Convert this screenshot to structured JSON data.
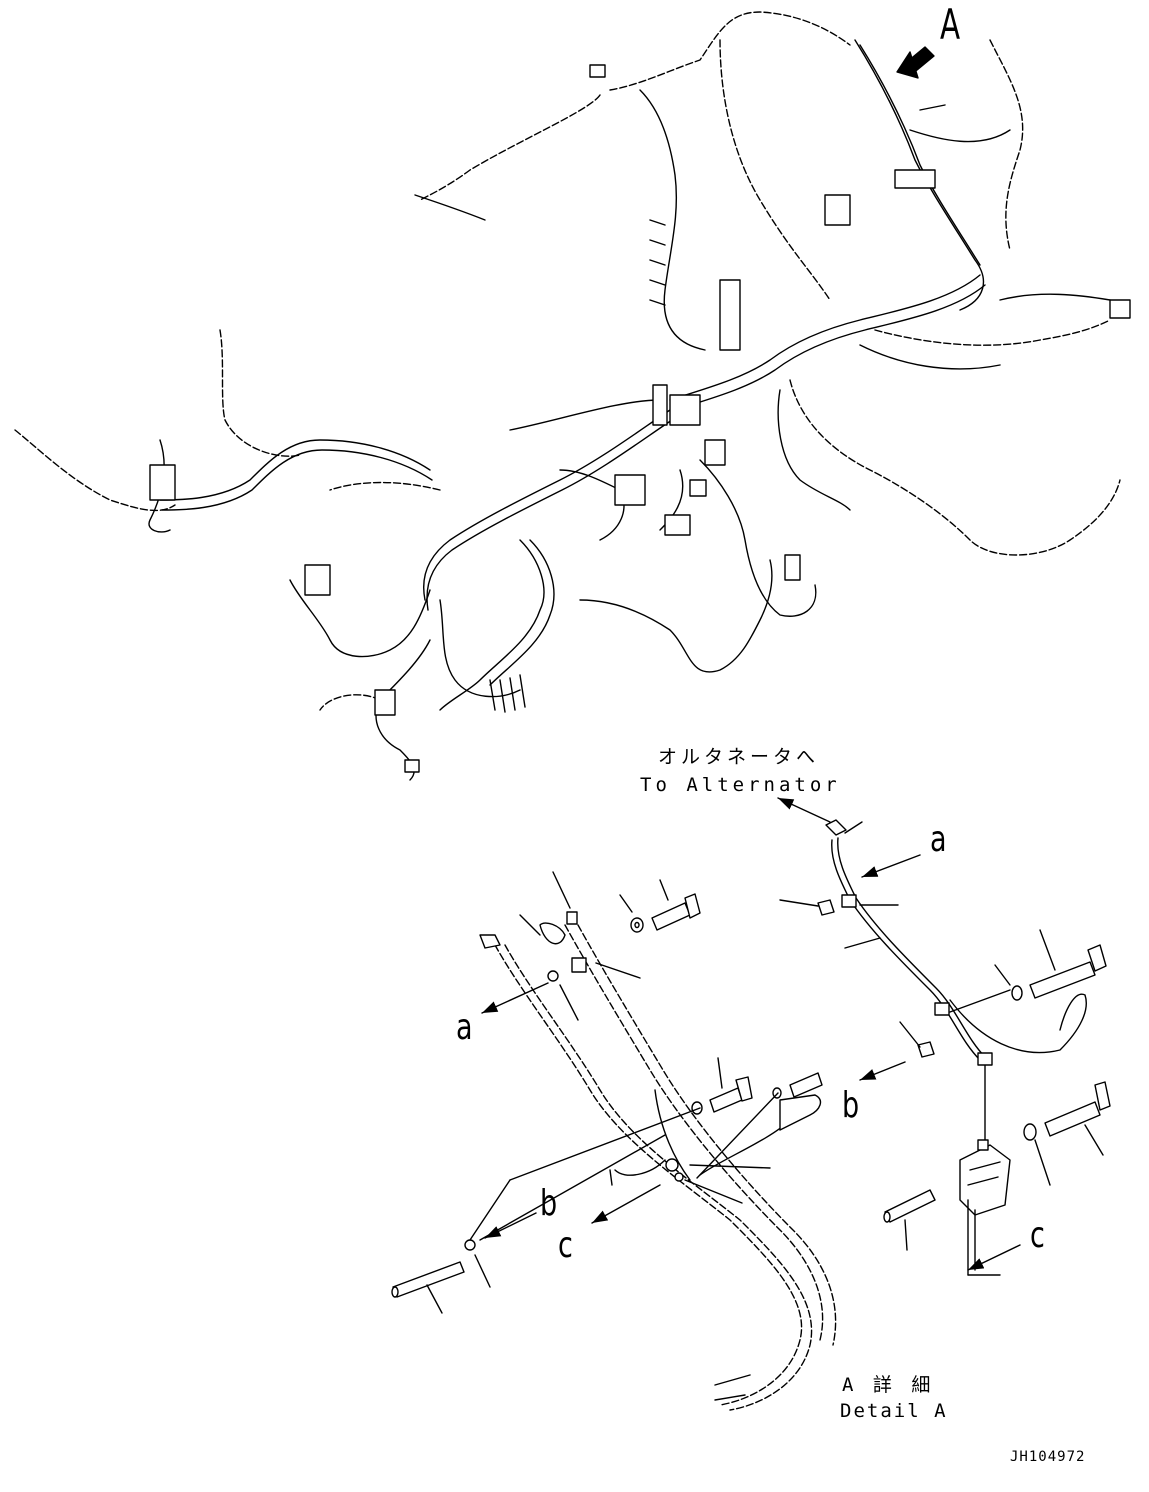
{
  "labels": {
    "view_a": "A",
    "alternator_jp": "オルタネータへ",
    "alternator_en": "To Alternator",
    "detail_jp": "A 詳 細",
    "detail_en": "Detail A",
    "drawing_code": "JH104972"
  },
  "callouts": {
    "a_left": "a",
    "b_left": "b",
    "c_left": "c",
    "a_right": "a",
    "b_right": "b",
    "c_right": "c"
  },
  "colors": {
    "line": "#000000",
    "background": "#ffffff"
  }
}
